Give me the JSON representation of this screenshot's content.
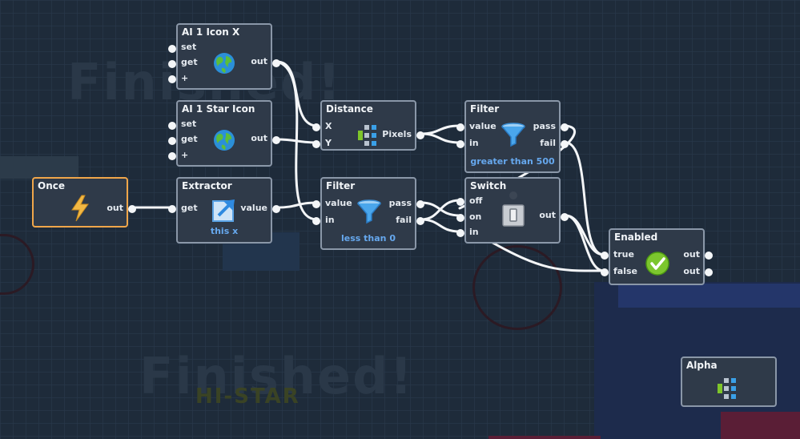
{
  "background": {
    "finished_text_1": "Finished!",
    "finished_text_2": "Finished!",
    "hi_star_text": "HI-STAR"
  },
  "nodes": {
    "ai_icon_x": {
      "title": "AI 1 Icon X",
      "inputs": [
        "set",
        "get",
        "+"
      ],
      "output": "out",
      "icon": "globe-icon"
    },
    "ai_star_icon": {
      "title": "AI 1 Star Icon",
      "inputs": [
        "set",
        "get",
        "+"
      ],
      "output": "out",
      "icon": "globe-icon"
    },
    "once": {
      "title": "Once",
      "output": "out",
      "icon": "lightning-icon",
      "accent": "#f0a64a"
    },
    "extractor": {
      "title": "Extractor",
      "input": "get",
      "output": "value",
      "subtitle": "this x",
      "icon": "extract-arrow-icon"
    },
    "distance": {
      "title": "Distance",
      "inputs": [
        "X",
        "Y"
      ],
      "output": "Pixels",
      "icon": "distance-grid-icon"
    },
    "filter_less": {
      "title": "Filter",
      "inputs": [
        "value",
        "in"
      ],
      "outputs": [
        "pass",
        "fail"
      ],
      "subtitle": "less than 0",
      "icon": "funnel-icon"
    },
    "filter_greater": {
      "title": "Filter",
      "inputs": [
        "value",
        "in"
      ],
      "outputs": [
        "pass",
        "fail"
      ],
      "subtitle": "greater than 500",
      "icon": "funnel-icon"
    },
    "switch": {
      "title": "Switch",
      "inputs": [
        "off",
        "on",
        "in"
      ],
      "output": "out",
      "icon": "switch-icon"
    },
    "enabled": {
      "title": "Enabled",
      "inputs": [
        "true",
        "false"
      ],
      "outputs": [
        "out",
        "out"
      ],
      "icon": "checkmark-icon"
    },
    "alpha": {
      "title": "Alpha",
      "icon": "distance-grid-icon"
    }
  },
  "colors": {
    "node_bg": "#2f3a49",
    "node_border": "#8a97a8",
    "selected_border": "#f0a64a",
    "subtitle": "#66a8ee",
    "wire": "#f4f6f8"
  }
}
